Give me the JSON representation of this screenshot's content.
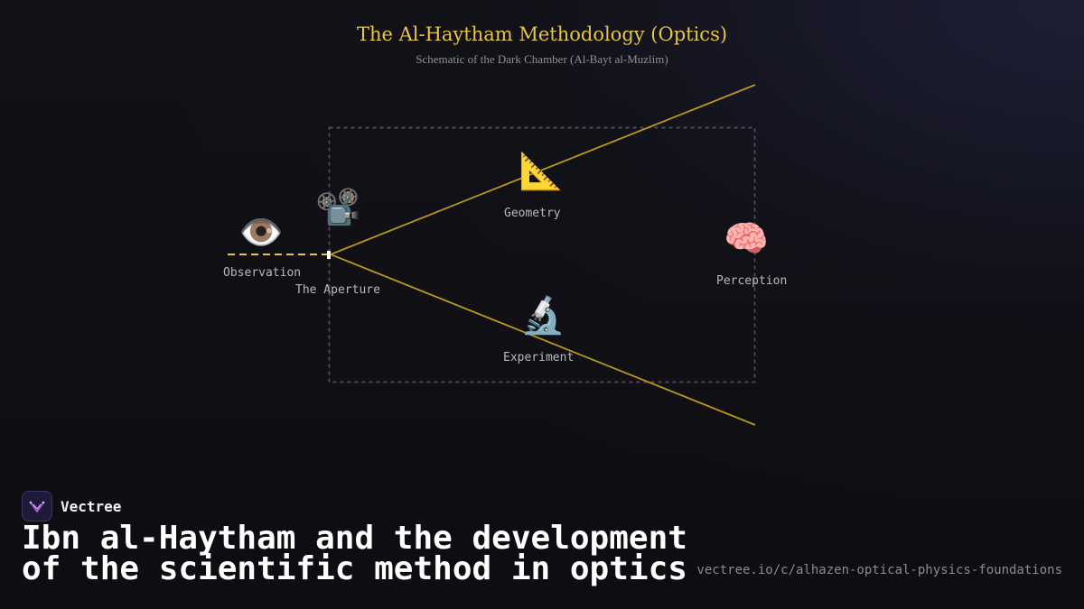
{
  "diagram": {
    "title": "The Al-Haytham Methodology (Optics)",
    "subtitle": "Schematic of the Dark Chamber (Al-Bayt al-Muzlim)",
    "nodes": {
      "observation": {
        "icon": "👁️",
        "icon_name": "eye-icon",
        "label": "Observation"
      },
      "aperture": {
        "icon": "📽️",
        "icon_name": "film-projector-icon",
        "label": "The Aperture"
      },
      "geometry": {
        "icon": "📐",
        "icon_name": "triangular-ruler-icon",
        "label": "Geometry"
      },
      "experiment": {
        "icon": "🔬",
        "icon_name": "microscope-icon",
        "label": "Experiment"
      },
      "perception": {
        "icon": "🧠",
        "icon_name": "brain-icon",
        "label": "Perception"
      }
    },
    "colors": {
      "title": "#e8c547",
      "ray": "#b8961e",
      "incoming_ray": "#e8c547",
      "chamber_border": "#4a4a52"
    }
  },
  "brand": {
    "name": "Vectree",
    "logo_icon": "vectree-logo-icon",
    "accent": "#b06ad9"
  },
  "footer": {
    "headline_line1": "Ibn al-Haytham and the development",
    "headline_line2": "of the scientific method in optics",
    "url": "vectree.io/c/alhazen-optical-physics-foundations"
  }
}
